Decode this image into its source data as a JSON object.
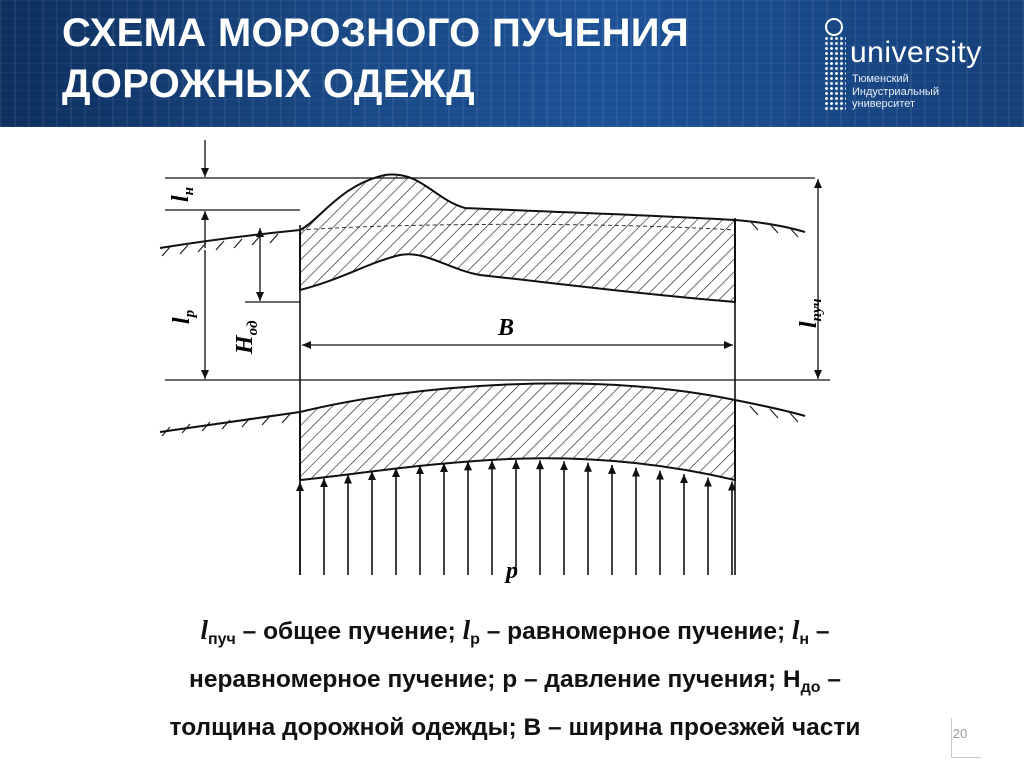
{
  "header": {
    "title_line1": "СХЕМА МОРОЗНОГО ПУЧЕНИЯ",
    "title_line2": "ДОРОЖНЫХ ОДЕЖД",
    "bg_color": "#1a4a86"
  },
  "logo": {
    "word": "university",
    "sub_line1": "Тюменский",
    "sub_line2": "Индустриальный",
    "sub_line3": "университет"
  },
  "diagram": {
    "label_l_n": "l",
    "label_l_n_sub": "н",
    "label_l_r": "l",
    "label_l_r_sub": "р",
    "label_H_od": "H",
    "label_H_od_sub": "од",
    "label_l_puch": "l",
    "label_l_puch_sub": "пуч",
    "label_B": "B",
    "label_p": "p"
  },
  "caption": {
    "l1_sym": "l",
    "l1_sub": "пуч",
    "l1_text": " – общее пучение; ",
    "l2_sym": "l",
    "l2_sub": "р",
    "l2_text": " – равномерное пучение; ",
    "l3_sym": "l",
    "l3_sub": "н",
    "l3_text": " –",
    "line2a": "неравномерное пучение; р – давление пучения; Н",
    "line2_sub": "до",
    "line2b": " –",
    "line3": "толщина дорожной одежды; В – ширина проезжей части"
  },
  "page_number": "20"
}
